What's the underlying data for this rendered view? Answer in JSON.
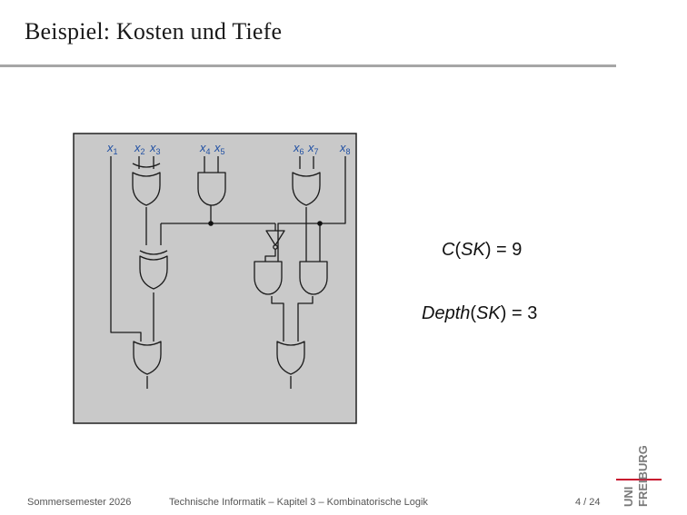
{
  "slide": {
    "title": "Beispiel: Kosten und Tiefe"
  },
  "circuit": {
    "inputs": [
      {
        "var": "x",
        "sub": "1"
      },
      {
        "var": "x",
        "sub": "2"
      },
      {
        "var": "x",
        "sub": "3"
      },
      {
        "var": "x",
        "sub": "4"
      },
      {
        "var": "x",
        "sub": "5"
      },
      {
        "var": "x",
        "sub": "6"
      },
      {
        "var": "x",
        "sub": "7"
      },
      {
        "var": "x",
        "sub": "8"
      }
    ],
    "label_color": "#1f4fa3",
    "background": "#c9c9c9"
  },
  "formulas": {
    "cost": {
      "fn": "C",
      "open": "(",
      "arg": "SK",
      "close": ")",
      "rest": " = 9"
    },
    "depth": {
      "fn": "Depth",
      "open": "(",
      "arg": "SK",
      "close": ")",
      "rest": " = 3"
    }
  },
  "footer": {
    "semester": "Sommersemester 2026",
    "course": "Technische Informatik –  Kapitel 3 – Kombinatorische Logik",
    "page": "4 / 24"
  },
  "logo": {
    "uni": "UNI",
    "freiburg": "FREIBURG",
    "accent": "#c8102e"
  }
}
